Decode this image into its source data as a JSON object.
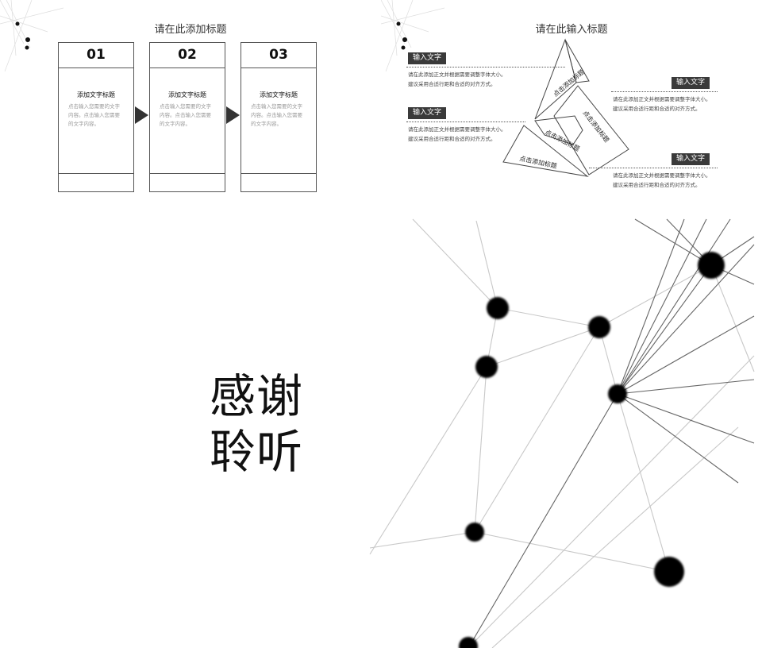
{
  "slide1": {
    "title": "请在此添加标题",
    "steps": [
      {
        "num": "01",
        "title": "添加文字标题",
        "desc": "点击输入您需要的文字内容。点击输入您需要的文字内容。"
      },
      {
        "num": "02",
        "title": "添加文字标题",
        "desc": "点击输入您需要的文字内容。点击输入您需要的文字内容。"
      },
      {
        "num": "03",
        "title": "添加文字标题",
        "desc": "点击输入您需要的文字内容。点击输入您需要的文字内容。"
      }
    ]
  },
  "slide2": {
    "title": "请在此输入标题",
    "items": [
      {
        "tag": "输入文字",
        "line1": "请在此添加正文并根据需要调整字体大小。",
        "line2": "建议采用合适行距和合适的对齐方式。"
      },
      {
        "tag": "输入文字",
        "line1": "请在此添加正文并根据需要调整字体大小。",
        "line2": "建议采用合适行距和合适的对齐方式。"
      },
      {
        "tag": "输入文字",
        "line1": "请在此添加正文并根据需要调整字体大小。",
        "line2": "建议采用合适行距和合适的对齐方式。"
      },
      {
        "tag": "输入文字",
        "line1": "请在此添加正文并根据需要调整字体大小。",
        "line2": "建议采用合适行距和合适的对齐方式。"
      }
    ],
    "pyramid_labels": [
      "点击添加标题",
      "点击添加标题",
      "点击添加标题",
      "点击添加标题"
    ]
  },
  "slide3": {
    "line1": "感谢",
    "line2": "聆听"
  }
}
